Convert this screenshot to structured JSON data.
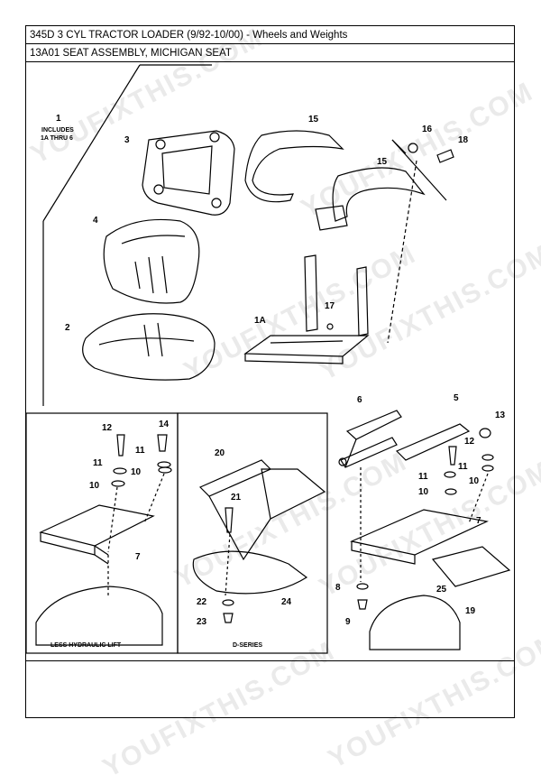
{
  "header": {
    "title": "345D 3 CYL TRACTOR LOADER (9/92-10/00) - Wheels and Weights",
    "subtitle": "13A01 SEAT ASSEMBLY, MICHIGAN SEAT"
  },
  "diagram": {
    "note_number": "1",
    "note_line1": "INCLUDES",
    "note_line2": "1A THRU 6",
    "callouts": {
      "c3": "3",
      "c4": "4",
      "c2": "2",
      "c15a": "15",
      "c15b": "15",
      "c16": "16",
      "c18": "18",
      "c1A": "1A",
      "c17": "17",
      "c6": "6",
      "c5": "5",
      "c13": "13",
      "c12r": "12",
      "c11r1": "11",
      "c11r2": "11",
      "c10r1": "10",
      "c10r2": "10",
      "c7r": "7",
      "c8": "8",
      "c9": "9",
      "c25": "25",
      "c19": "19",
      "c12l": "12",
      "c14": "14",
      "c11l1": "11",
      "c11l2": "11",
      "c10l1": "10",
      "c10l2": "10",
      "c7l": "7",
      "c20": "20",
      "c21": "21",
      "c22": "22",
      "c23": "23",
      "c24": "24"
    },
    "caption_left": "LESS HYDRAULIC LIFT",
    "caption_mid": "D-SERIES"
  },
  "watermark": "YOUFIXTHIS.COM"
}
